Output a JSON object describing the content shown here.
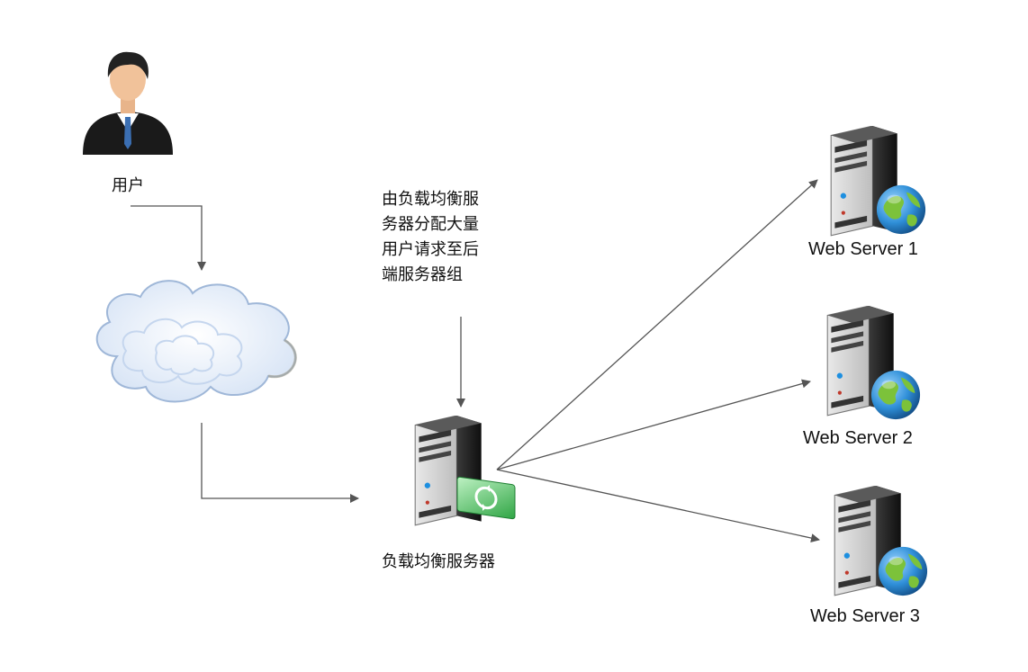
{
  "nodes": {
    "user": {
      "label": "用户",
      "icon": "user-icon"
    },
    "internet": {
      "icon": "cloud-icon"
    },
    "load_balancer": {
      "label": "负载均衡服务器",
      "icon": "server-icon"
    },
    "servers": [
      {
        "label": "Web Server 1",
        "icon": "server-icon"
      },
      {
        "label": "Web Server 2",
        "icon": "server-icon"
      },
      {
        "label": "Web Server 3",
        "icon": "server-icon"
      }
    ]
  },
  "annotation": {
    "lines": [
      "由负载均衡服",
      "务器分配大量",
      "用户请求至后",
      "端服务器组"
    ]
  },
  "colors": {
    "arrow": "#555555",
    "server_body": "#2a2a2a",
    "cloud": "#e6eef9",
    "globe_blue": "#2f8fd8",
    "globe_green": "#7cc23a",
    "badge_green": "#39b54a"
  }
}
